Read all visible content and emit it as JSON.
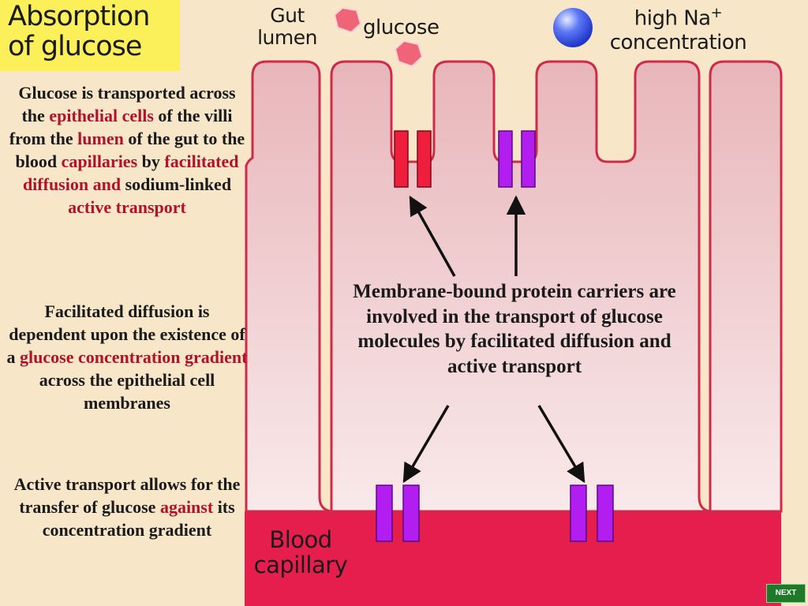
{
  "title": {
    "line1": "Absorption",
    "line2": "of glucose"
  },
  "labels": {
    "gut_lumen_1": "Gut",
    "gut_lumen_2": "lumen",
    "glucose": "glucose",
    "high_na_1": "high Na",
    "high_na_sup": "+",
    "high_na_2": "concentration",
    "blood_1": "Blood",
    "blood_2": "capillary"
  },
  "paragraph1": {
    "p1": "Glucose is transported across the ",
    "p2": "epithelial cells",
    "p3": " of the villi from the ",
    "p4": "lumen",
    "p5": " of the gut to the blood ",
    "p6": "capillaries",
    "p7": " by ",
    "p8": "facilitated diffusion and",
    "p9": " sodium-linked ",
    "p10": "active transport"
  },
  "paragraph2": {
    "p1": "Facilitated diffusion is dependent upon the existence of a ",
    "p2": "glucose concentration gradient",
    "p3": " across the epithelial cell membranes"
  },
  "paragraph3": {
    "p1": "Active transport allows for the transfer of glucose ",
    "p2": "against",
    "p3": " its concentration gradient"
  },
  "center_text": "Membrane-bound protein carriers are involved in the transport of glucose molecules by facilitated diffusion and active transport",
  "next_button": "NEXT",
  "colors": {
    "background": "#f7e6c8",
    "title_highlight": "#fbf05a",
    "cell_fill": "#efc9cc",
    "membrane": "#d02a4a",
    "blood": "#e51e4d",
    "carrier_red": "#ee1e3c",
    "carrier_purple": "#b31ef0",
    "sodium": "#3a57ee",
    "glucose": "#f06478",
    "red_text": "#b0122a"
  }
}
